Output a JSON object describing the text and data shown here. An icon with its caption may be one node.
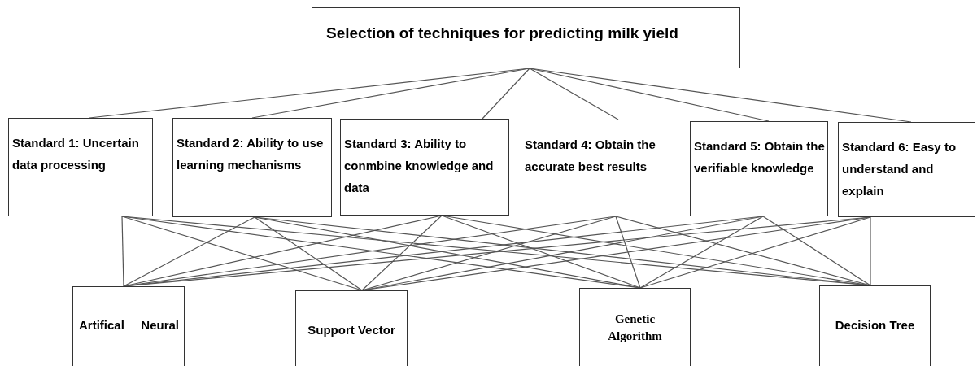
{
  "diagram": {
    "nodes": [
      {
        "text": [
          "Selection of techniques for predicting milk yield"
        ]
      },
      {
        "text": [
          "Standard 1: Uncertain data processing"
        ]
      },
      {
        "text": [
          "Standard 2: Ability to use learning mechanisms"
        ]
      },
      {
        "text": [
          "Standard 3: Ability to conmbine knowledge and data"
        ]
      },
      {
        "text": [
          "Standard 4: Obtain the accurate best results"
        ]
      },
      {
        "text": [
          "Standard 5: Obtain the verifiable knowledge"
        ]
      },
      {
        "text": [
          "Standard 6: Easy to understand and explain"
        ]
      },
      {
        "text": [
          "Artifical",
          "Neural"
        ]
      },
      {
        "text": [
          "Support Vector"
        ]
      },
      {
        "text": [
          "Genetic Algorithm"
        ]
      },
      {
        "text": [
          "Decision Tree"
        ]
      }
    ],
    "edges": [
      {
        "from": 0,
        "to": 1,
        "arrow": "none"
      },
      {
        "from": 0,
        "to": 2,
        "arrow": "none"
      },
      {
        "from": 0,
        "to": 3,
        "arrow": "none"
      },
      {
        "from": 0,
        "to": 4,
        "arrow": "none"
      },
      {
        "from": 0,
        "to": 5,
        "arrow": "none"
      },
      {
        "from": 0,
        "to": 6,
        "arrow": "none"
      },
      {
        "from": 1,
        "to": 7,
        "arrow": "none"
      },
      {
        "from": 1,
        "to": 8,
        "arrow": "none"
      },
      {
        "from": 1,
        "to": 9,
        "arrow": "none"
      },
      {
        "from": 1,
        "to": 10,
        "arrow": "none"
      },
      {
        "from": 2,
        "to": 7,
        "arrow": "none"
      },
      {
        "from": 2,
        "to": 8,
        "arrow": "none"
      },
      {
        "from": 2,
        "to": 9,
        "arrow": "none"
      },
      {
        "from": 2,
        "to": 10,
        "arrow": "none"
      },
      {
        "from": 3,
        "to": 7,
        "arrow": "none"
      },
      {
        "from": 3,
        "to": 8,
        "arrow": "none"
      },
      {
        "from": 3,
        "to": 9,
        "arrow": "none"
      },
      {
        "from": 3,
        "to": 10,
        "arrow": "none"
      },
      {
        "from": 4,
        "to": 7,
        "arrow": "none"
      },
      {
        "from": 4,
        "to": 8,
        "arrow": "none"
      },
      {
        "from": 4,
        "to": 9,
        "arrow": "none"
      },
      {
        "from": 4,
        "to": 10,
        "arrow": "none"
      },
      {
        "from": 5,
        "to": 7,
        "arrow": "none"
      },
      {
        "from": 5,
        "to": 8,
        "arrow": "none"
      },
      {
        "from": 5,
        "to": 9,
        "arrow": "none"
      },
      {
        "from": 5,
        "to": 10,
        "arrow": "none"
      },
      {
        "from": 6,
        "to": 7,
        "arrow": "none"
      },
      {
        "from": 6,
        "to": 8,
        "arrow": "none"
      },
      {
        "from": 6,
        "to": 9,
        "arrow": "none"
      },
      {
        "from": 6,
        "to": 10,
        "arrow": "none"
      }
    ]
  }
}
